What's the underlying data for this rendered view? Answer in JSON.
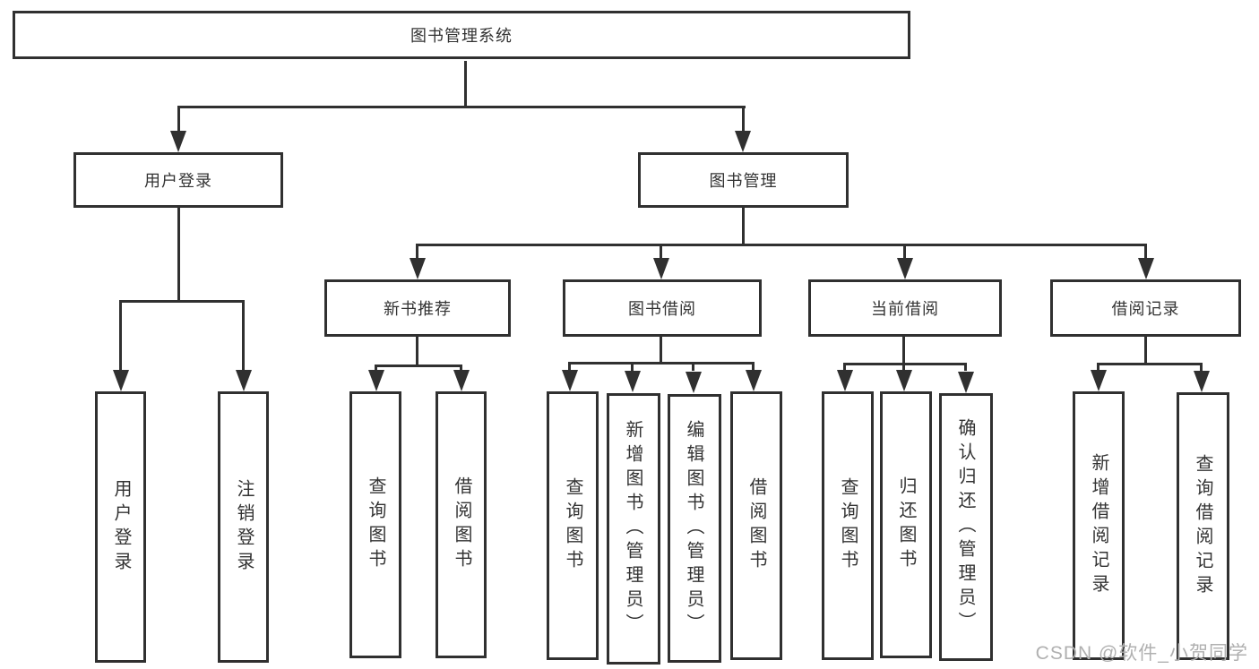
{
  "diagram": {
    "root": {
      "label": "图书管理系统"
    },
    "level2": {
      "user_login": {
        "label": "用户登录"
      },
      "book_mgmt": {
        "label": "图书管理"
      }
    },
    "level3": {
      "new_book_rec": {
        "label": "新书推荐"
      },
      "book_borrow": {
        "label": "图书借阅"
      },
      "current_borrow": {
        "label": "当前借阅"
      },
      "borrow_records": {
        "label": "借阅记录"
      }
    },
    "leaves": {
      "login": {
        "label": "用户登录"
      },
      "logout": {
        "label": "注销登录"
      },
      "nb_query": {
        "label": "查询图书"
      },
      "nb_borrow": {
        "label": "借阅图书"
      },
      "bb_query": {
        "label": "查询图书"
      },
      "bb_add": {
        "label": "新增图书（管理员）"
      },
      "bb_edit": {
        "label": "编辑图书（管理员）"
      },
      "bb_borrow": {
        "label": "借阅图书"
      },
      "cb_query": {
        "label": "查询图书"
      },
      "cb_return": {
        "label": "归还图书"
      },
      "cb_confirm": {
        "label": "确认归还（管理员）"
      },
      "br_add": {
        "label": "新增借阅记录"
      },
      "br_query": {
        "label": "查询借阅记录"
      }
    },
    "colors": {
      "line": "#303030",
      "text": "#333333",
      "watermark": "#b0b0b0"
    },
    "watermark": "CSDN @软件_小贺同学"
  }
}
